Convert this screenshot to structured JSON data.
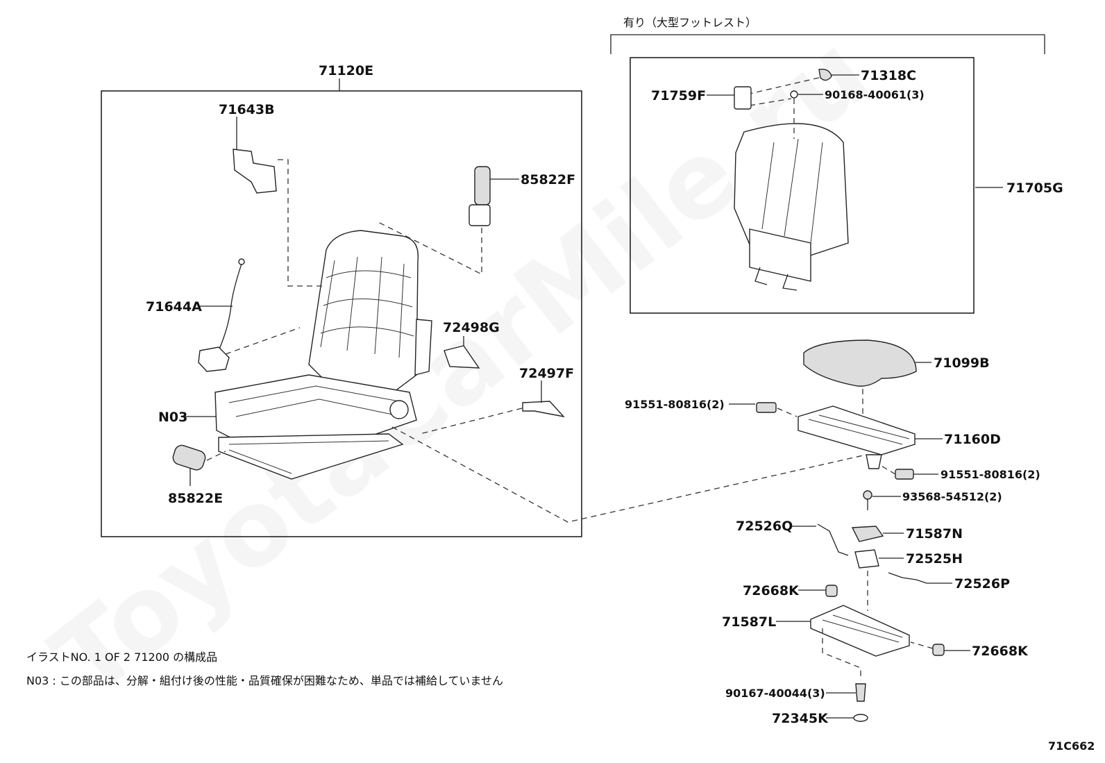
{
  "watermark": "ToyotaCarMile.ru",
  "group_label": "有り（大型フットレスト）",
  "figure_code": "71C662",
  "notes": {
    "line1": "イラストNO. 1  OF  2 71200 の構成品",
    "line2": "N03 : この部品は、分解・組付け後の性能・品質確保が困難なため、単品では補給していません"
  },
  "parts": {
    "p71120E": "71120E",
    "p71643B": "71643B",
    "p85822F": "85822F",
    "p71644A": "71644A",
    "p72498G": "72498G",
    "p72497F": "72497F",
    "pN03": "N03",
    "p85822E": "85822E",
    "p71318C": "71318C",
    "p71759F": "71759F",
    "p90168": "90168-40061(3)",
    "p71705G": "71705G",
    "p71099B": "71099B",
    "p91551a": "91551-80816(2)",
    "p71160D": "71160D",
    "p91551b": "91551-80816(2)",
    "p93568": "93568-54512(2)",
    "p72526Q": "72526Q",
    "p71587N": "71587N",
    "p72525H": "72525H",
    "p72526P": "72526P",
    "p72668Ka": "72668K",
    "p71587L": "71587L",
    "p72668Kb": "72668K",
    "p90167": "90167-40044(3)",
    "p72345K": "72345K"
  }
}
